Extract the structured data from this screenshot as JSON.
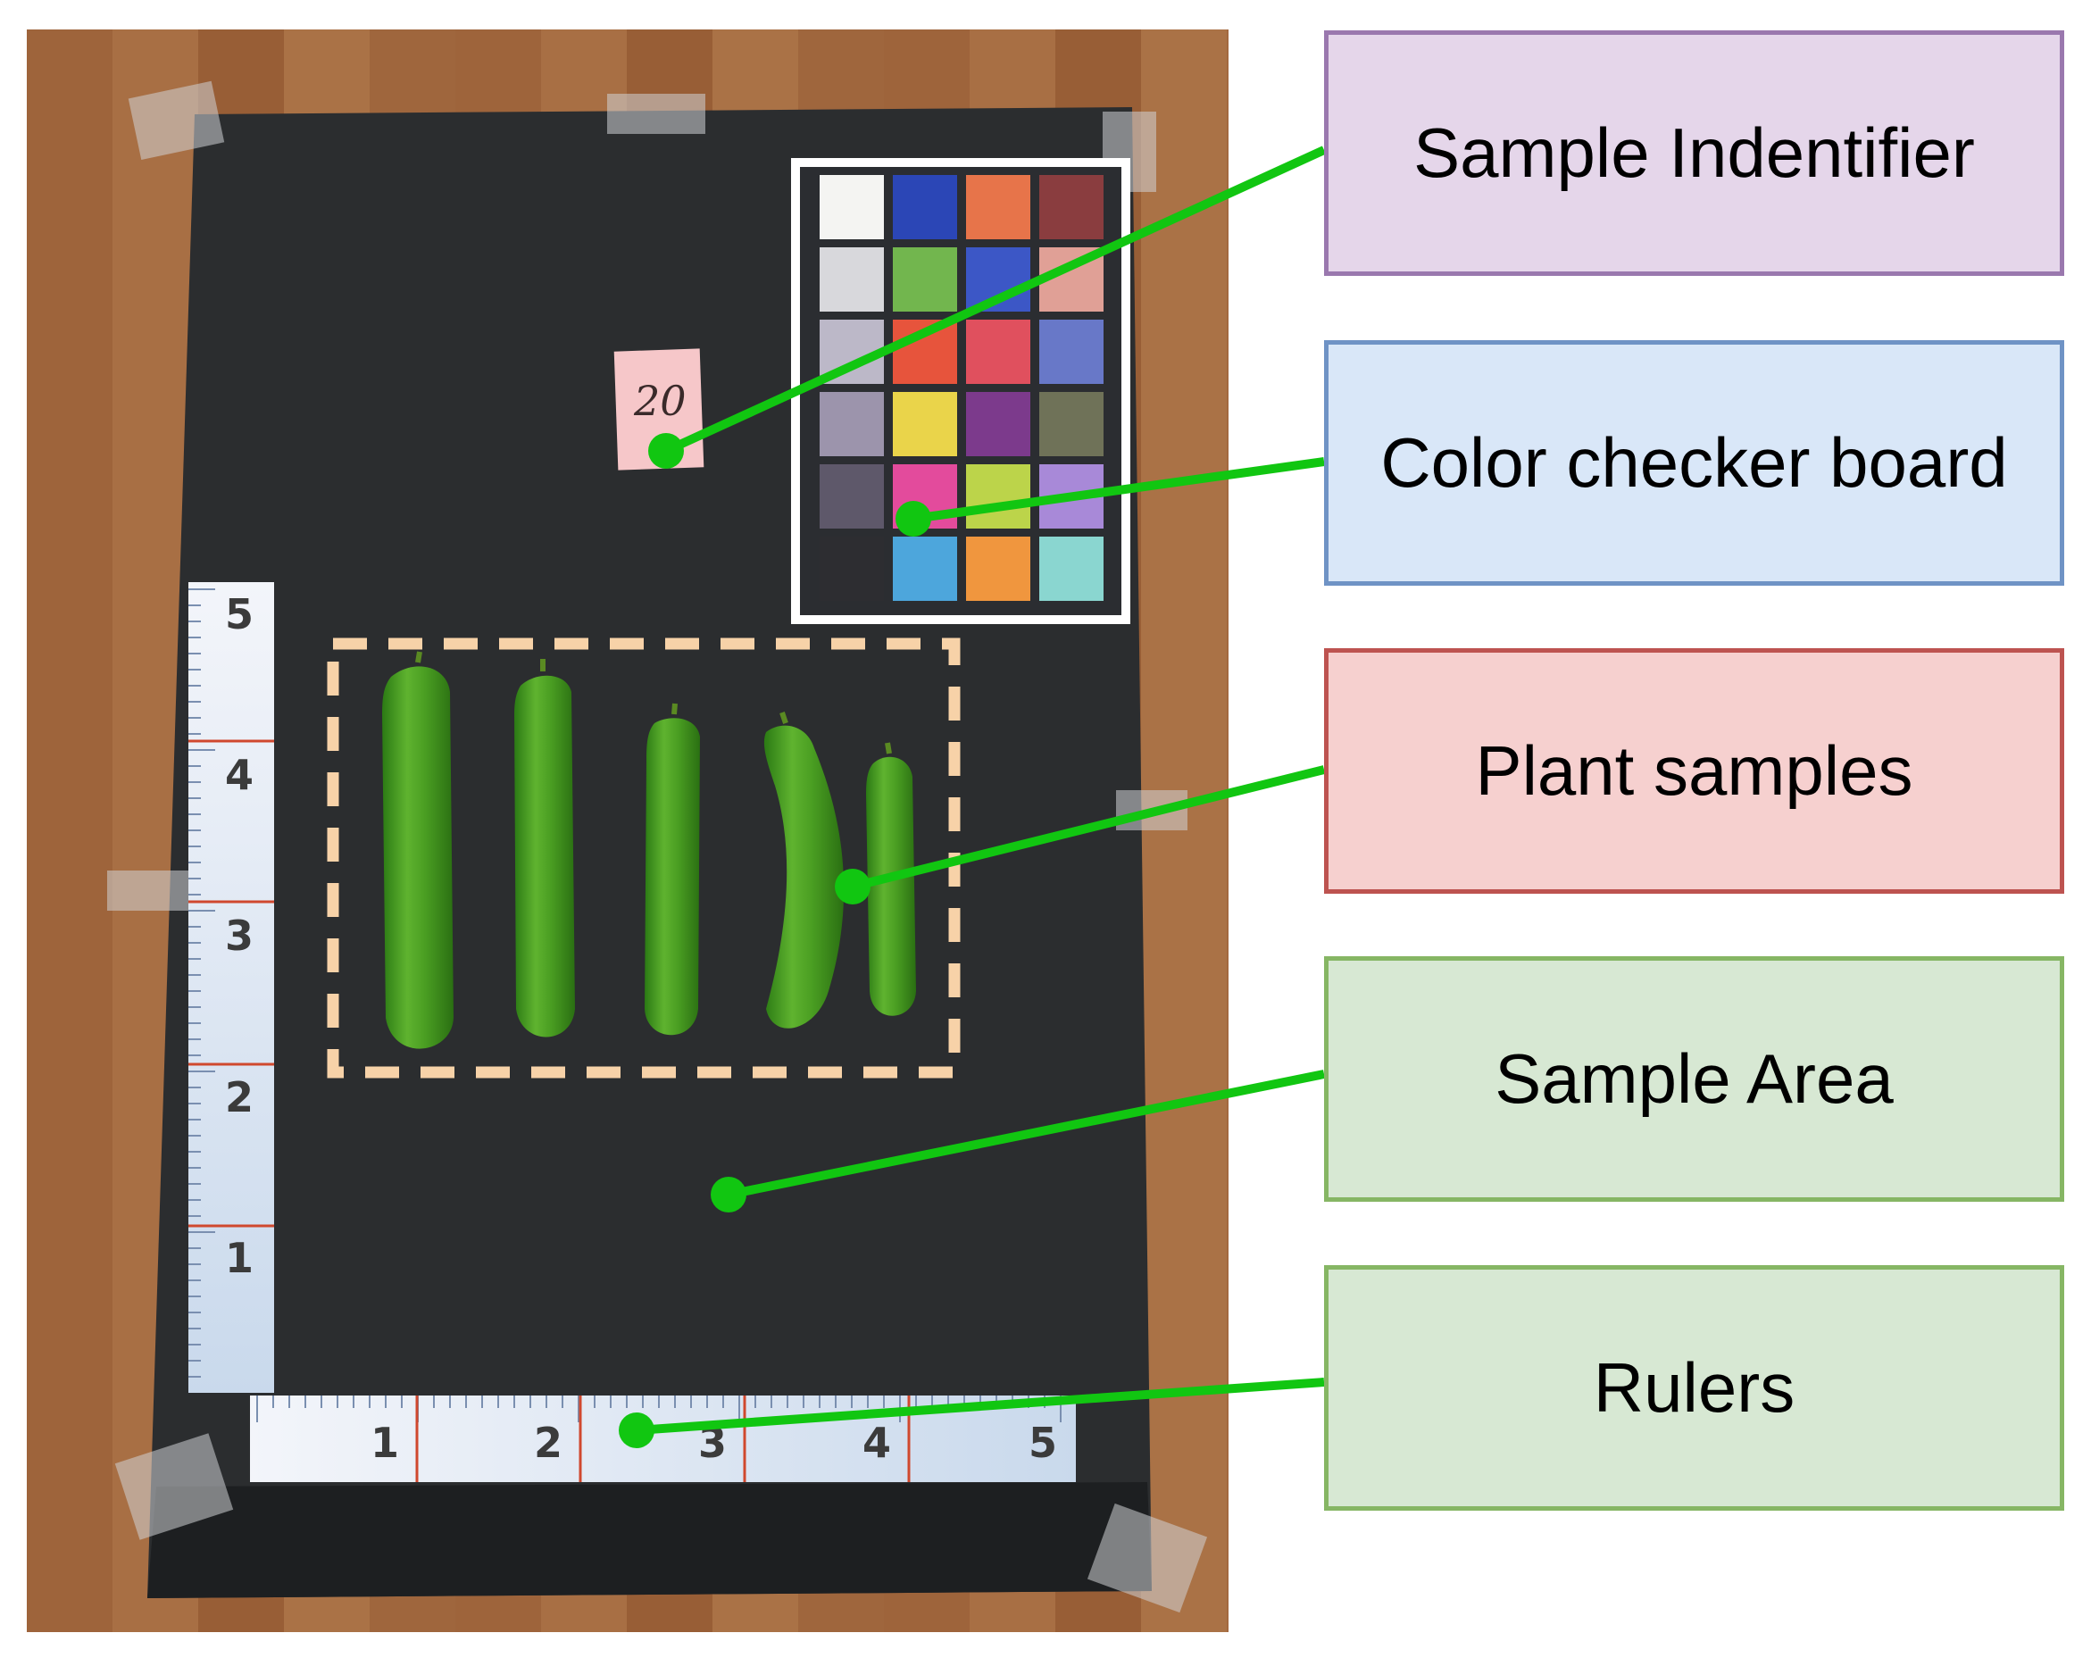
{
  "colors": {
    "connector": "#11c611",
    "board": "#2b2d2f",
    "wood": "#a3683f",
    "dashed_area": "#f7d2a8",
    "cucumber": "#3f9a22"
  },
  "sample_id": {
    "text": "20"
  },
  "color_checker": {
    "swatches": [
      [
        "#f4f4f2",
        "#2b46b6",
        "#e7744a",
        "#8a3d3f"
      ],
      [
        "#d8d8dc",
        "#72b64e",
        "#3c57c6",
        "#e0a096"
      ],
      [
        "#bcb8c8",
        "#e7543c",
        "#e0505e",
        "#6878c8"
      ],
      [
        "#9c94ac",
        "#ead44a",
        "#7c3a8c",
        "#6f7258"
      ],
      [
        "#5e586a",
        "#e34b9c",
        "#bcd44a",
        "#a889d8"
      ],
      [
        "#2d2d31",
        "#4da6dc",
        "#f0963e",
        "#8ad6d0"
      ]
    ]
  },
  "rulers": {
    "vertical_numbers": [
      "5",
      "4",
      "3",
      "2",
      "1"
    ],
    "horizontal_numbers": [
      "1",
      "2",
      "3",
      "4",
      "5"
    ]
  },
  "labels": [
    {
      "id": "sample-identifier",
      "text": "Sample Indentifier",
      "border": "#9a78ae",
      "fill": "#e5d6ea"
    },
    {
      "id": "color-checker-board",
      "text": "Color checker board",
      "border": "#6f93c5",
      "fill": "#d9e7f8"
    },
    {
      "id": "plant-samples",
      "text": "Plant samples",
      "border": "#bd5350",
      "fill": "#f6d0cf"
    },
    {
      "id": "sample-area",
      "text": "Sample Area",
      "border": "#86b664",
      "fill": "#d7e8d3"
    },
    {
      "id": "rulers",
      "text": "Rulers",
      "border": "#86b664",
      "fill": "#d7e8d3"
    }
  ]
}
